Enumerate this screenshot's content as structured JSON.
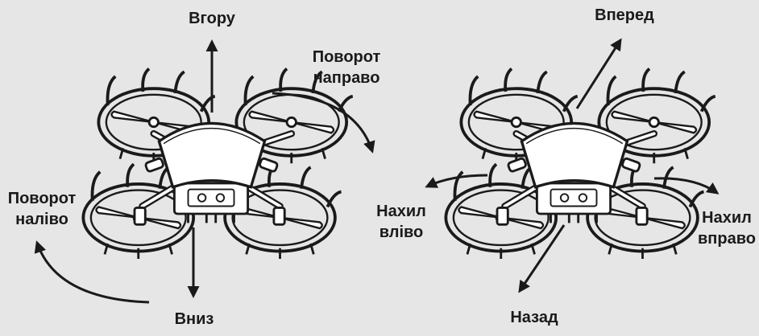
{
  "labels": {
    "up": "Вгору",
    "down": "Вниз",
    "rotate_right": [
      "Поворот",
      "направо"
    ],
    "rotate_left": [
      "Поворот",
      "наліво"
    ],
    "forward": "Вперед",
    "backward": "Назад",
    "tilt_left": [
      "Нахил",
      "вліво"
    ],
    "tilt_right": [
      "Нахил",
      "вправо"
    ]
  },
  "colors": {
    "background": "#e6e6e6",
    "line": "#1a1a1a",
    "body_fill": "#ffffff"
  }
}
